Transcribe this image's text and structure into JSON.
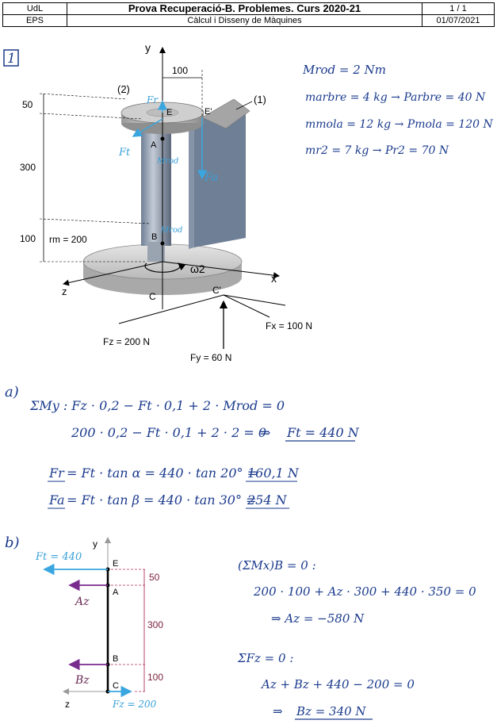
{
  "header": {
    "row1": {
      "left": "UdL",
      "center": "Prova Recuperació-B. Problemes. Curs 2020-21",
      "right": "1 / 1"
    },
    "row2": {
      "left": "EPS",
      "center": "Càlcul i Disseny de Màquines",
      "right": "01/07/2021"
    }
  },
  "problem_number": "1",
  "figure1": {
    "axis_y": "y",
    "axis_x": "x",
    "axis_z": "z",
    "dim_top": "100",
    "dim_50": "50",
    "dim_300": "300",
    "dim_100": "100",
    "label_2": "(2)",
    "label_1": "(1)",
    "point_E": "E",
    "point_E_prime": "E'",
    "point_A": "A",
    "point_B": "B",
    "point_C": "C",
    "point_C_prime": "C'",
    "force_Fr": "Fr",
    "force_Ft": "Ft",
    "force_Fa": "Fa",
    "moment_A": "Mrod",
    "moment_B": "Mrod",
    "radius": "rm = 200",
    "omega": "ω2",
    "load_Fx": "Fx = 100 N",
    "load_Fz": "Fz = 200 N",
    "load_Fy": "Fy = 60 N"
  },
  "given": [
    "Mrod = 2 Nm",
    "marbre = 4 kg → Parbre = 40 N",
    "mmola = 12 kg → Pmola = 120 N",
    "mr2 = 7 kg → Pr2 = 70 N"
  ],
  "part_a": {
    "label": "a)",
    "eq1": "ΣMy :  Fz · 0,2 − Ft · 0,1 + 2 · Mrod = 0",
    "eq2": "200 · 0,2 − Ft · 0,1 + 2 · 2 = 0",
    "implies": "⇒",
    "result1": "Ft = 440 N",
    "eq3_lhs": "Fr",
    "eq3_rhs": "= Ft · tan α = 440 · tan 20° =",
    "result2": "160,1 N",
    "eq4_lhs": "Fa",
    "eq4_rhs": "= Ft · tan β = 440 · tan 30° =",
    "result3": "254  N"
  },
  "part_b": {
    "label": "b)",
    "fbd": {
      "Ft": "Ft = 440",
      "Az": "Az",
      "Bz": "Bz",
      "Fz": "Fz = 200",
      "E": "E",
      "A": "A",
      "B": "B",
      "C": "C",
      "y": "y",
      "z": "z",
      "d50": "50",
      "d300": "300",
      "d100": "100"
    },
    "eq1": "(ΣMx)B = 0 :",
    "eq2": "200 · 100 + Az · 300 + 440 · 350 = 0",
    "eq3": "⇒  Az = −580 N",
    "eq4": "ΣFz = 0 :",
    "eq5": "Az + Bz + 440 − 200 = 0",
    "eq6_arrow": "⇒",
    "eq6_result": "Bz = 340 N"
  }
}
